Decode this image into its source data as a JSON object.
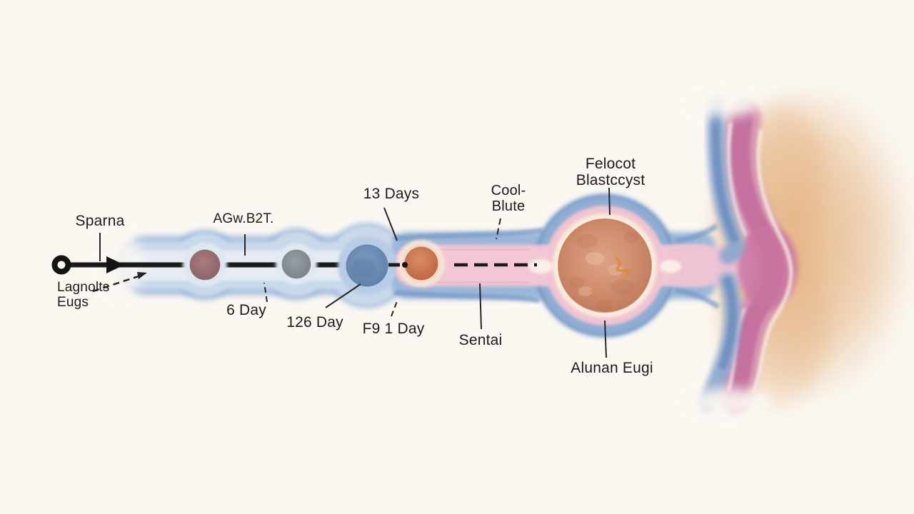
{
  "labels": {
    "sperm": "Sparna",
    "fertilization": "AGw.B2T.",
    "day_13": "13 Days",
    "cool_blute": {
      "line1": "Cool-",
      "line2": "Blute"
    },
    "blastocyst": {
      "line1": "Felocot",
      "line2": "Blastccyst"
    },
    "egg": {
      "line1": "Lagnolts",
      "line2": "Eugs"
    },
    "day_6": "6 Day",
    "day_126": "126 Day",
    "day_91": "F9 1 Day",
    "sentai": "Sentai",
    "alunan_egg": "Alunan Eugi"
  },
  "colors": {
    "background": "#fbf8f2",
    "tube_blue_light": "#c8d9ea",
    "tube_blue_mid": "#97b5d8",
    "tube_blue_deep": "#6e92c4",
    "tube_inner_pale": "#e9eef5",
    "tube_pink": "#f2c6d3",
    "wall_pink": "#d693b1",
    "wall_magenta": "#c0699b",
    "endometrium_orange": "#dfa265",
    "cell_mauve": "#8c6067",
    "cell_gray": "#798087",
    "cell_blue": "#5f7fa9",
    "cell_orange": "#bd6742",
    "blastocyst_salmon": "#d08f6f",
    "cream_ring": "#f8ecdc",
    "ink": "#1a1a1a"
  }
}
